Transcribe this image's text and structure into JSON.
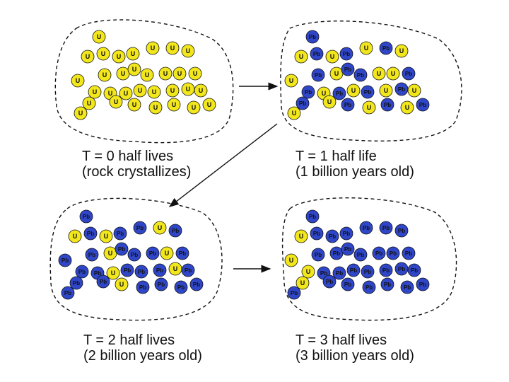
{
  "atom_labels": {
    "uranium": "U",
    "lead": "Pb"
  },
  "colors": {
    "uranium": "#f2e61c",
    "lead": "#2f46c8",
    "outline": "#111111"
  },
  "panels": [
    {
      "id": "t0",
      "caption_line1": "T = 0 half lives",
      "caption_line2": "(rock crystallizes)",
      "lead_fraction": 0,
      "atoms": [
        "U",
        "U",
        "U",
        "U",
        "U",
        "U",
        "U",
        "U",
        "U",
        "U",
        "U",
        "U",
        "U",
        "U",
        "U",
        "U",
        "U",
        "U",
        "U",
        "U",
        "U",
        "U",
        "U",
        "U",
        "U",
        "U",
        "U",
        "U",
        "U",
        "U",
        "U",
        "U"
      ]
    },
    {
      "id": "t1",
      "caption_line1": "T = 1 half life",
      "caption_line2": "(1 billion years old)",
      "lead_fraction": 0.5,
      "atoms": [
        "Pb",
        "U",
        "Pb",
        "U",
        "Pb",
        "U",
        "Pb",
        "U",
        "U",
        "Pb",
        "U",
        "Pb",
        "Pb",
        "U",
        "U",
        "Pb",
        "Pb",
        "U",
        "Pb",
        "U",
        "Pb",
        "U",
        "Pb",
        "U",
        "Pb",
        "U",
        "Pb",
        "U",
        "Pb",
        "U",
        "Pb",
        "U"
      ]
    },
    {
      "id": "t2",
      "caption_line1": "T = 2 half lives",
      "caption_line2": "(2 billion years old)",
      "lead_fraction": 0.75,
      "atoms": [
        "Pb",
        "U",
        "Pb",
        "U",
        "Pb",
        "Pb",
        "U",
        "Pb",
        "Pb",
        "Pb",
        "U",
        "Pb",
        "Pb",
        "Pb",
        "U",
        "Pb",
        "Pb",
        "Pb",
        "U",
        "Pb",
        "Pb",
        "Pb",
        "U",
        "Pb",
        "Pb",
        "Pb",
        "U",
        "Pb",
        "Pb",
        "Pb",
        "Pb",
        "Pb"
      ]
    },
    {
      "id": "t3",
      "caption_line1": "T = 3 half lives",
      "caption_line2": "(3 billion years old)",
      "lead_fraction": 0.875,
      "atoms": [
        "Pb",
        "U",
        "Pb",
        "Pb",
        "Pb",
        "Pb",
        "Pb",
        "Pb",
        "U",
        "Pb",
        "Pb",
        "Pb",
        "Pb",
        "Pb",
        "Pb",
        "Pb",
        "U",
        "Pb",
        "Pb",
        "Pb",
        "Pb",
        "Pb",
        "Pb",
        "Pb",
        "U",
        "Pb",
        "Pb",
        "Pb",
        "Pb",
        "Pb",
        "Pb",
        "Pb"
      ]
    }
  ]
}
